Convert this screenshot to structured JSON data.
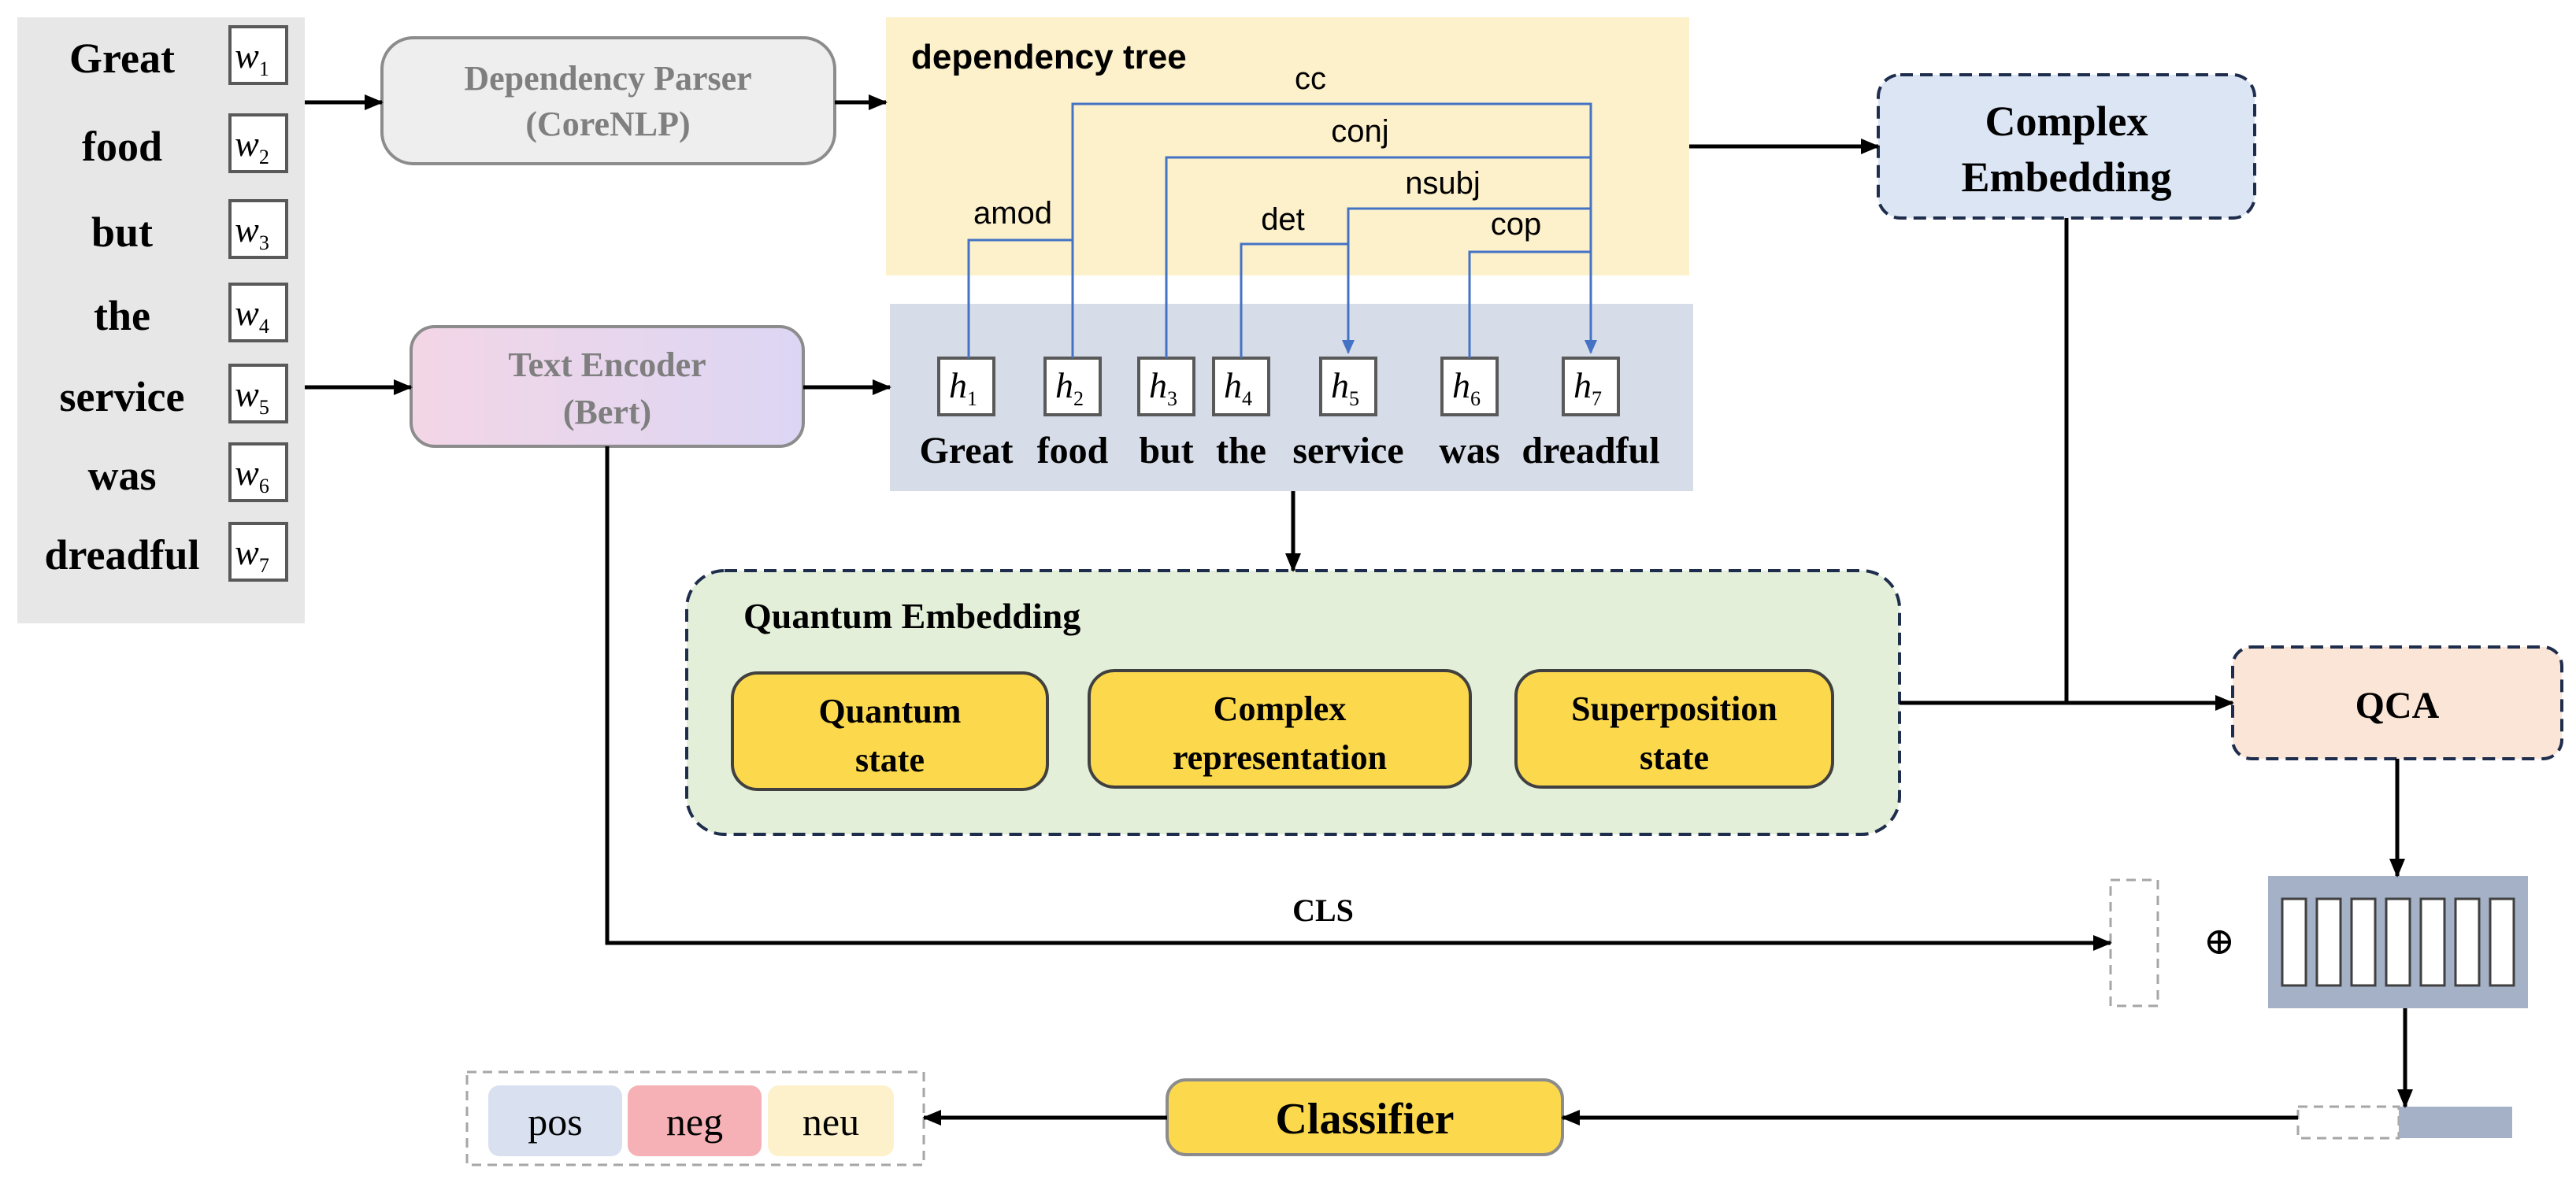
{
  "input_words": [
    "Great",
    "food",
    "but",
    "the",
    "service",
    "was",
    "dreadful"
  ],
  "input_vars": {
    "symbol": "w",
    "subscripts": [
      "1",
      "2",
      "3",
      "4",
      "5",
      "6",
      "7"
    ]
  },
  "parser": {
    "line1": "Dependency Parser",
    "line2": "(CoreNLP)"
  },
  "encoder": {
    "line1": "Text Encoder",
    "line2": "(Bert)"
  },
  "dependency_tree": {
    "title": "dependency tree",
    "relations": [
      "cc",
      "conj",
      "amod",
      "nsubj",
      "det",
      "cop"
    ]
  },
  "hidden": {
    "symbol": "h",
    "subscripts": [
      "1",
      "2",
      "3",
      "4",
      "5",
      "6",
      "7"
    ]
  },
  "sentence_words": [
    "Great",
    "food",
    "but",
    "the",
    "service",
    "was",
    "dreadful"
  ],
  "complex_embedding": {
    "line1": "Complex",
    "line2": "Embedding"
  },
  "quantum_embedding": {
    "title": "Quantum Embedding",
    "box1": {
      "line1": "Quantum",
      "line2": "state"
    },
    "box2": {
      "line1": "Complex",
      "line2": "representation"
    },
    "box3": {
      "line1": "Superposition",
      "line2": "state"
    }
  },
  "qca": "QCA",
  "cls": "CLS",
  "concat_symbol": "⊕",
  "classifier": "Classifier",
  "outputs": [
    "pos",
    "neg",
    "neu"
  ],
  "colors": {
    "word_panel": "#e7e7e7",
    "parser_fill": "#eeeeee",
    "parser_text": "#7f7f7f",
    "encoder_fill": "#e2d9f3",
    "tree_bg": "#fdf1cb",
    "hidden_bg": "#d7dde8",
    "arc_blue": "#4472c4",
    "complex_fill": "#dce5f4",
    "quantum_fill": "#e3efd9",
    "yellow": "#fcd94c",
    "qca_fill": "#fbe5d7",
    "vector_fill": "#a5b1c6",
    "pos": "#d9e1f1",
    "neg": "#f5b1b5",
    "neu": "#fdf1cb"
  }
}
